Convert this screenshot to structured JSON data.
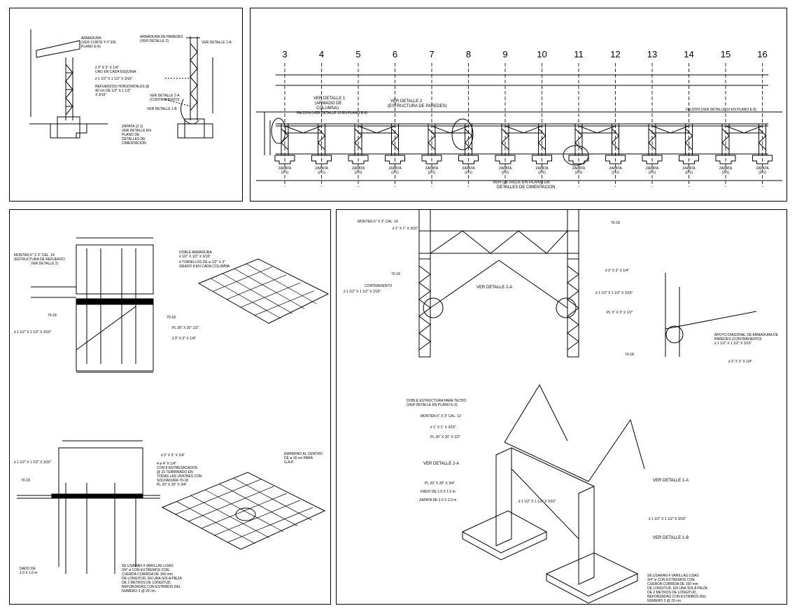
{
  "panel_a": {
    "labels": [
      "ARMADURA",
      "(VER CORTE Y-Y' EN",
      "PLANO E-6)",
      "∂ 3\" X 3\" X 1/4\"",
      "UNO EN CADA ESQUINA",
      "∂ 1 1/2\" X 1 1/2\" X 3/16\"",
      "REFUERZOS HORIZONTALES @",
      "40 cm DE 1/2\" X 1 1/2\"",
      "X 3/16\"",
      "ZAPATA (Z-1)",
      "VER DETALLE EN",
      "PLANO DE",
      "DETALLES DE",
      "CIMENTACION",
      "ARMADURA DE PAREDES",
      "(VER DETALLE 2)",
      "VER DETALLE 1-A",
      "VER DETALLE 2-A",
      "(CONTRAVIENTO)",
      "VER DETALLE 1-B"
    ]
  },
  "panel_b": {
    "axes": [
      "3",
      "4",
      "5",
      "6",
      "7",
      "8",
      "9",
      "10",
      "11",
      "12",
      "13",
      "14",
      "15",
      "16"
    ],
    "callouts": [
      "VER DETALLE 1",
      "(ARMADO DE",
      "COLUMNA)",
      "VER DETALLE 2",
      "(ESTRUCTURA DE PAREDES)",
      "FALDON (VER DETALLE 10 EN PLANO E-6)",
      "FALDON (VER DETALLE 10 EN PLANO E-6)",
      "VER DETALLE EN PLANO DE",
      "DETALLES DE CIMENTACION"
    ],
    "zapata_label": "ZAPATA",
    "zapata_code": "(Z-1)"
  },
  "panel_c": {
    "labels": [
      "MONTEN 6\" X 3\" CAL. 14",
      "(ESTRUCTURA DE REFUERZO",
      "VER DETALLE 2)",
      "DOBLE ARMADURA",
      "∂ 1/2\" X 1/2\" X 3/16\"",
      "4 TORNILLOS DE ø 1/2\" X 3\"",
      "GRADO 8 EN CADA COLUMNA",
      "PL 20\" X 20\" 1/2\"",
      "∂ 3\" X 3\" X 1/4\"",
      "∂ 1 1/2\" X 1 1/2\" X 3/16\"",
      "70-18",
      "70-18"
    ],
    "labels2": [
      "∂ 1 1/2\" X 1 1/2\" X 3/16\"",
      "∂ 3\" X 3\" X 1/4\"",
      "4 ø 4\" X 1/4\"",
      "CON 8 ENTRESACADOS",
      "@ 15 TERMINADO EN",
      "TODAS LAS UNIONES CON",
      "SOLDADURA 70-18",
      "PL 20\" X 20\" X 3/4\"",
      "70-18",
      "EMPERNO AL CENTRO",
      "DE ø 16 cm PARA",
      "G.A.P.",
      "DADO DE",
      "1.0 X 1.0 m",
      "SE USARAN 4 VARILLAS LISAS",
      "3/4\" ø CON EXTREMOS CON",
      "CUERDA CORRIDA DE 150 mm",
      "DE LONGITUD, EN UNA SOLA PIEZA",
      "DE 2 METROS DE LONGITUD,",
      "REFORZADAS CON ESTRIBOS DEL",
      "NUMERO 3 @ 20 cm."
    ]
  },
  "panel_d": {
    "labels": [
      "MONTEN 6\" X 3\" CAL. 14",
      "∂ 1\" X 1\" X 3/16\"",
      "70-18",
      "70-18",
      "CONTRAVIENTO",
      "∂ 1 1/2\" X 1 1/2\" X 3/16\"",
      "VER DETALLE 2-A",
      "∂ 3\" X 3\" X 1/4\"",
      "∂ 1 1/2\" X 1 1/2\" X 3/16\"",
      "PL 3\" X 3\" X 1/2\"",
      "APOYO DIAGONAL DE ARMADURA DE",
      "PAREDES (CONTRAVIENTO)",
      "∂ 1 1/2\" X 1 1/2\" X 3/16\"",
      "∂ 3\" X 3\" X 1/4\"",
      "70-18"
    ],
    "labels2": [
      "DOBLE ESTRUCTURA PARA TECHO",
      "(VER DETALLE EN PLANO E-3)",
      "MONTEN 6\" X 3\" CAL. 12",
      "∂ 1\" X 1\" X 3/16\"",
      "PL 20\" X 20\" X 1/2\"",
      "VER DETALLE 2-A",
      "PL 20\" X 20\" X 3/4\"",
      "DADO DE 1.0 X 1.0 m",
      "ZAPATA DE 2.0 X 2.0 m",
      "∂ 1 1/2\" X 1 1/2\" X 3/16\"",
      "VER DETALLE 1-A",
      "∂ 1 1/2\" X 1 1/2\" X 3/16\"",
      "VER DETALLE 1-B",
      "SE USARAN 4 VARILLAS LISAS",
      "3/4\" ø CON EXTREMOS CON",
      "CUERDA CORRIDA DE 150 mm",
      "DE LONGITUD, EN UNA SOLA PIEZA",
      "DE 2 METROS DE LONGITUD,",
      "REFORZADAS CON ESTRIBOS DEL",
      "NUMERO 3 @ 20 cm."
    ]
  }
}
